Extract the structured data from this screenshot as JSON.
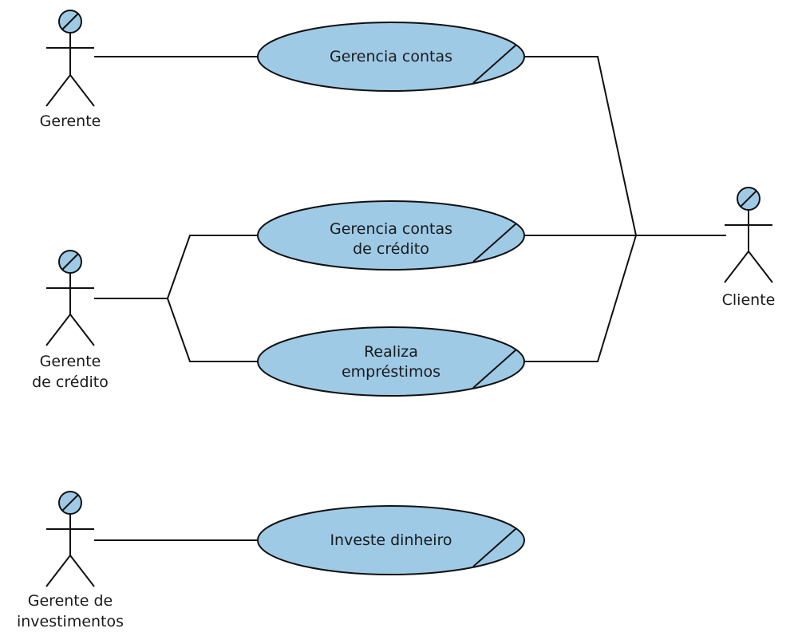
{
  "colors": {
    "usecase_fill": "#9ecae6",
    "actor_head_fill": "#9ecae6",
    "stroke": "#111111",
    "text": "#1a1a1a"
  },
  "actors": {
    "gerente": {
      "line1": "Gerente"
    },
    "gerente_credito": {
      "line1": "Gerente",
      "line2": "de crédito"
    },
    "gerente_investimentos": {
      "line1": "Gerente de",
      "line2": "investimentos"
    },
    "cliente": {
      "line1": "Cliente"
    }
  },
  "use_cases": {
    "gerencia_contas": {
      "line1": "Gerencia contas"
    },
    "gerencia_contas_credito": {
      "line1": "Gerencia contas",
      "line2": "de crédito"
    },
    "realiza_emprestimos": {
      "line1": "Realiza",
      "line2": "empréstimos"
    },
    "investe_dinheiro": {
      "line1": "Investe dinheiro"
    }
  },
  "icons": {
    "actor": "stick-figure-icon",
    "usecase_marker": "diagonal-slash-icon"
  }
}
